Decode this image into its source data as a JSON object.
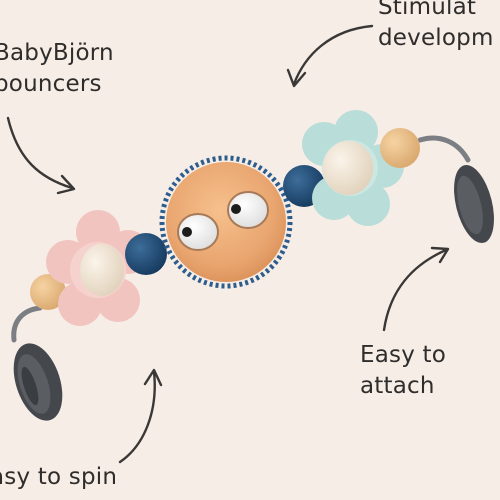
{
  "callouts": {
    "top_left": {
      "line1": "BabyBjörn",
      "line2": "bouncers"
    },
    "top_right": {
      "line1": "Stimulat",
      "line2": "developm"
    },
    "bottom_right": {
      "line1": "Easy to",
      "line2": "attach"
    },
    "bottom_left": {
      "line1": "asy to spin"
    }
  },
  "colors": {
    "background": "#f6ede7",
    "text": "#2f2d2b",
    "wood": "#e9a56f",
    "navy_bead": "#1f4e79",
    "pink_flower": "#f2c4c0",
    "mint_flower": "#b9ddd8",
    "clip": "#44484d"
  },
  "icons": [
    "arrow-icon",
    "googly-eye-icon",
    "flower-icon",
    "clip-icon"
  ]
}
